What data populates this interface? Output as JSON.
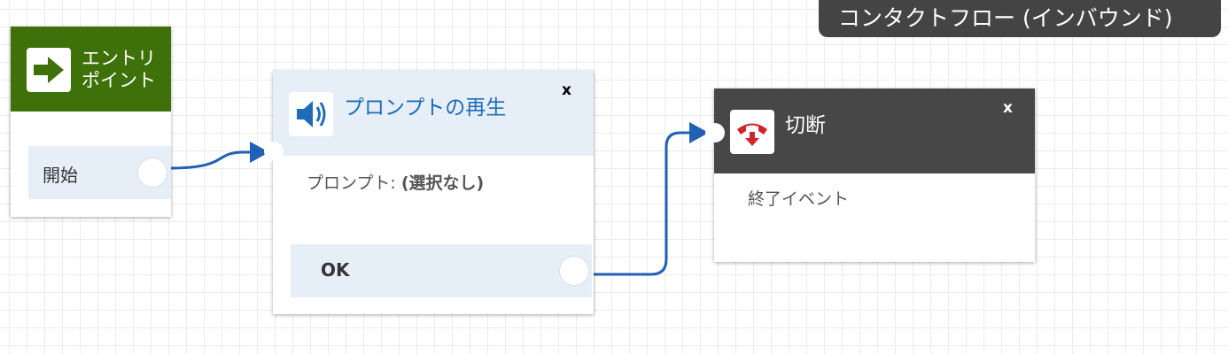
{
  "flow_type_badge": "コンタクトフロー (インバウンド)",
  "colors": {
    "entry_header": "#3e7109",
    "prompt_header": "#e6eef7",
    "prompt_title": "#1f6cb5",
    "disconnect_header": "#474747",
    "connector": "#2160b5",
    "hangup_icon": "#d0262b"
  },
  "blocks": {
    "entry": {
      "title": "エントリポイント",
      "icon": "arrow-right-icon",
      "branch": "開始"
    },
    "play_prompt": {
      "title": "プロンプトの再生",
      "icon": "speaker-icon",
      "close": "x",
      "prompt_label": "プロンプト: ",
      "prompt_value": "(選択なし)",
      "branch": "OK"
    },
    "disconnect": {
      "title": "切断",
      "icon": "hang-up-phone-icon",
      "close": "x",
      "description": "終了イベント"
    }
  }
}
